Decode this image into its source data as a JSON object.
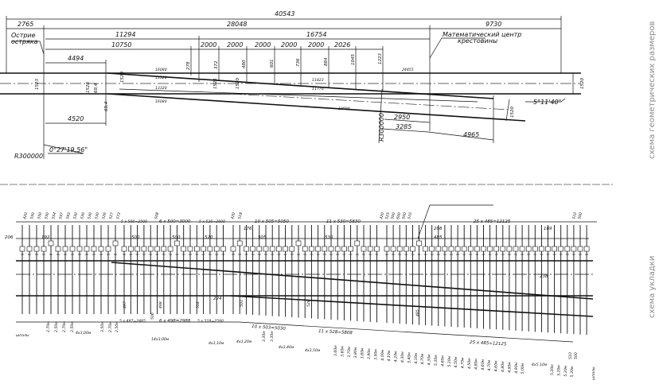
{
  "side_titles": {
    "geometry": "схема геометрических размеров",
    "layout": "схема укладки"
  },
  "geometry": {
    "point_label_1": "Острие",
    "point_label_2": "остряка",
    "center_label_1": "Математический центр",
    "center_label_2": "крестовины",
    "angle_start": "0°27'19,56\"",
    "angle_frog": "5°11'40\"",
    "radius_1": "R300000",
    "radius_2": "R300000",
    "dims": [
      "40543",
      "2765",
      "28048",
      "11294",
      "16754",
      "10750",
      "2000",
      "2000",
      "2000",
      "2000",
      "2000",
      "2026",
      "9730",
      "4494",
      "4520",
      "2950",
      "3285",
      "4965"
    ],
    "offsets": [
      "278",
      "372",
      "480",
      "601",
      "736",
      "884",
      "1045",
      "1223"
    ],
    "gauges": [
      "1523",
      "1528",
      "69,4",
      "1520",
      "69,4",
      "1521",
      "1520",
      "1520",
      "1520"
    ],
    "rail_lengths": [
      "16080",
      "13320",
      "13320",
      "16080",
      "11823",
      "11770",
      "24455",
      "19599"
    ]
  },
  "layout": {
    "center_label_1": "Математический центр",
    "center_label_2": "крестовины",
    "top_spacings": [
      "420",
      "550",
      "550",
      "550",
      "554",
      "547",
      "593",
      "530",
      "530",
      "530",
      "530",
      "526",
      "527",
      "573",
      "5 x 500=2500",
      "508",
      "6 x 500=3000",
      "5 x 520=2600",
      "420",
      "518",
      "10 x 505=5050",
      "11 x 530=5830",
      "420",
      "525",
      "500",
      "600",
      "500",
      "510",
      "25 x 485=12125",
      "510",
      "500"
    ],
    "mid_dims": [
      "206",
      "192",
      "500",
      "500",
      "520",
      "176",
      "505",
      "530",
      "208",
      "485",
      "169",
      "224",
      "238"
    ],
    "bottom_spacings": [
      "5 x 497=2485",
      "506",
      "6 x 498=2988",
      "5 x 518=2590",
      "10 x 503=5030",
      "11 x 528=5808",
      "25 x 485=12125",
      "497",
      "498",
      "518",
      "503",
      "528",
      "485",
      "510",
      "500"
    ],
    "sleeper_groups": [
      "шпалы",
      "2,70м",
      "2,50м",
      "2,70м",
      "2,50м",
      "4x3,00м",
      "3,50м",
      "2,70м",
      "2,50м",
      "14x3,00м",
      "4x3,10м",
      "4x3,20м",
      "3,30м",
      "3,30м",
      "4x3,40м",
      "4x3,50м",
      "3,60м",
      "3,60м",
      "3,70м",
      "3,80м",
      "3,80м",
      "3,90м",
      "3,90м",
      "4,00м",
      "4,10м",
      "4,20м",
      "4,30м",
      "5,40м",
      "4,30м",
      "4,70м",
      "4,30м",
      "5,30м",
      "4,60м",
      "5,30м",
      "4,50м",
      "4,70м",
      "4,50м",
      "4,80м",
      "4,60м",
      "4,70м",
      "4,60м",
      "4,80м",
      "4,90м",
      "4,90м",
      "5,00м",
      "4x5,10м",
      "5,20м",
      "5,20м",
      "5,30м",
      "5,30м",
      "шпалы"
    ]
  }
}
